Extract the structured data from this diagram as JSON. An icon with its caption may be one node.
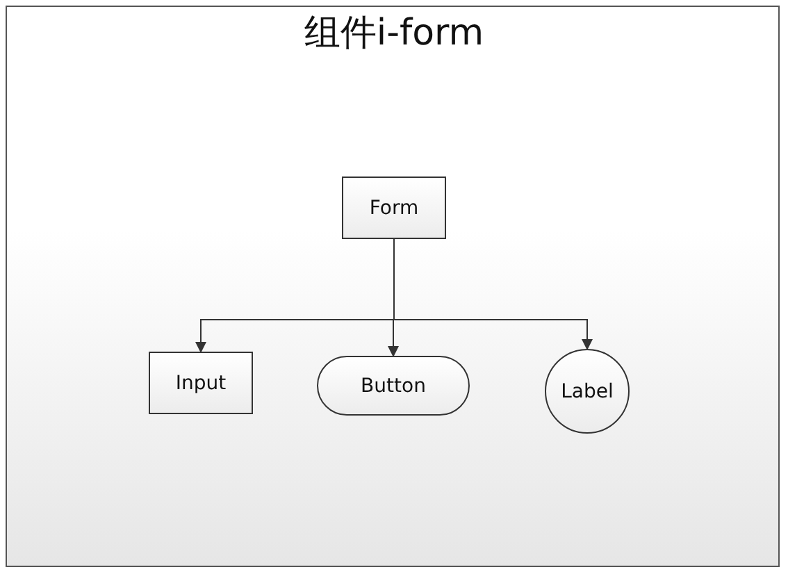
{
  "diagram": {
    "title": "组件i-form",
    "nodes": [
      {
        "text": [
          "Form"
        ]
      },
      {
        "text": [
          "Input"
        ]
      },
      {
        "text": [
          "Button"
        ]
      },
      {
        "text": [
          "Label"
        ]
      }
    ],
    "edges": [
      {
        "from": 0,
        "to": 1,
        "arrow": "to"
      },
      {
        "from": 0,
        "to": 2,
        "arrow": "to"
      },
      {
        "from": 0,
        "to": 3,
        "arrow": "to"
      }
    ]
  }
}
